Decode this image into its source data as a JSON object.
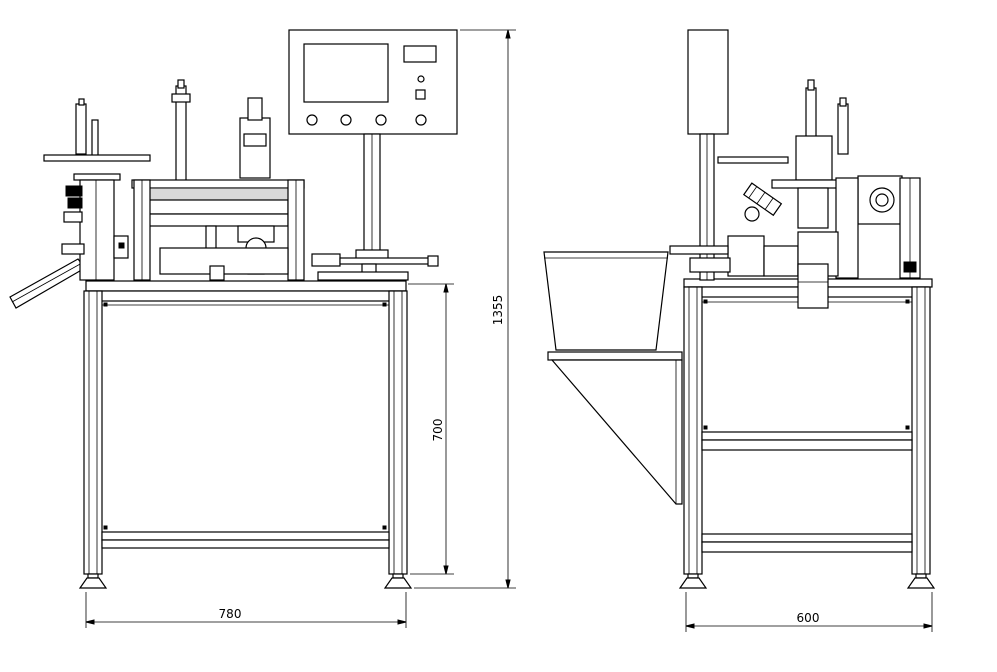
{
  "dimensions": {
    "front_width": "780",
    "side_width": "600",
    "table_height": "700",
    "overall_height": "1355"
  }
}
